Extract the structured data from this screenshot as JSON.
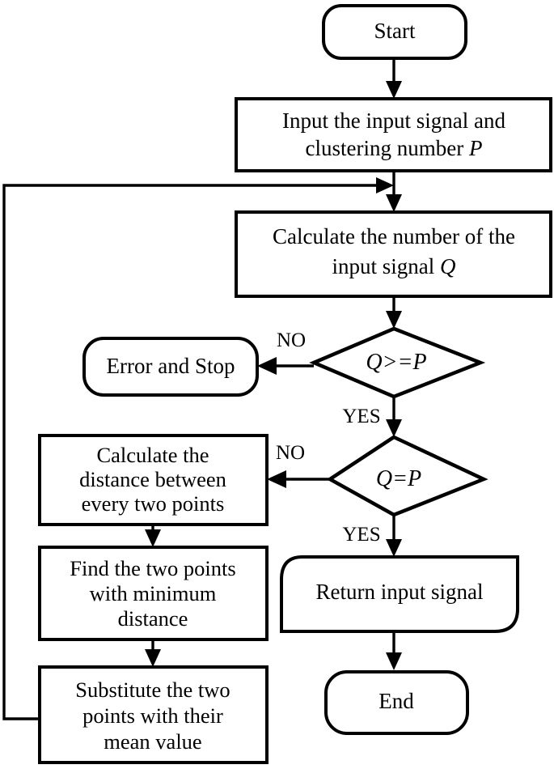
{
  "diagram": {
    "title": "Hierarchical clustering flowchart",
    "type": "flowchart",
    "background_color": "#ffffff",
    "line_color": "#000000",
    "fill_color": "#ffffff"
  },
  "nodes": {
    "start": {
      "label": "Start",
      "shape": "rounded-terminator"
    },
    "input": {
      "line1": "Input the input signal and",
      "line2_pre": "clustering number ",
      "line2_var": "P",
      "shape": "rectangle"
    },
    "calc_number": {
      "line1": "Calculate the number of the",
      "line2_pre": "input signal ",
      "line2_var": "Q",
      "shape": "rectangle"
    },
    "decision_ge": {
      "var1": "Q",
      "op": ">=",
      "var2": "P",
      "shape": "diamond"
    },
    "error_stop": {
      "label": "Error and Stop",
      "shape": "rounded-terminator"
    },
    "decision_eq": {
      "var1": "Q",
      "op": "=",
      "var2": "P",
      "shape": "diamond"
    },
    "calc_distance": {
      "line1": "Calculate the",
      "line2": "distance between",
      "line3": "every two points",
      "shape": "rectangle"
    },
    "find_min": {
      "line1": "Find the two points",
      "line2": "with minimum",
      "line3": "distance",
      "shape": "rectangle"
    },
    "substitute": {
      "line1": "Substitute the two",
      "line2": "points with their",
      "line3": "mean value",
      "shape": "rectangle"
    },
    "return_signal": {
      "label": "Return input signal",
      "shape": "data-io-rounded"
    },
    "end": {
      "label": "End",
      "shape": "rounded-terminator"
    }
  },
  "edges": [
    {
      "from": "start",
      "to": "input",
      "label": ""
    },
    {
      "from": "input",
      "to": "calc_number",
      "label": ""
    },
    {
      "from": "calc_number",
      "to": "decision_ge",
      "label": ""
    },
    {
      "from": "decision_ge",
      "to": "error_stop",
      "label": "NO"
    },
    {
      "from": "decision_ge",
      "to": "decision_eq",
      "label": "YES"
    },
    {
      "from": "decision_eq",
      "to": "calc_distance",
      "label": "NO"
    },
    {
      "from": "decision_eq",
      "to": "return_signal",
      "label": "YES"
    },
    {
      "from": "calc_distance",
      "to": "find_min",
      "label": ""
    },
    {
      "from": "find_min",
      "to": "substitute",
      "label": ""
    },
    {
      "from": "substitute",
      "to": "calc_number",
      "label": ""
    },
    {
      "from": "return_signal",
      "to": "end",
      "label": ""
    }
  ],
  "edge_labels": {
    "no_1": "NO",
    "yes_1": "YES",
    "no_2": "NO",
    "yes_2": "YES"
  }
}
